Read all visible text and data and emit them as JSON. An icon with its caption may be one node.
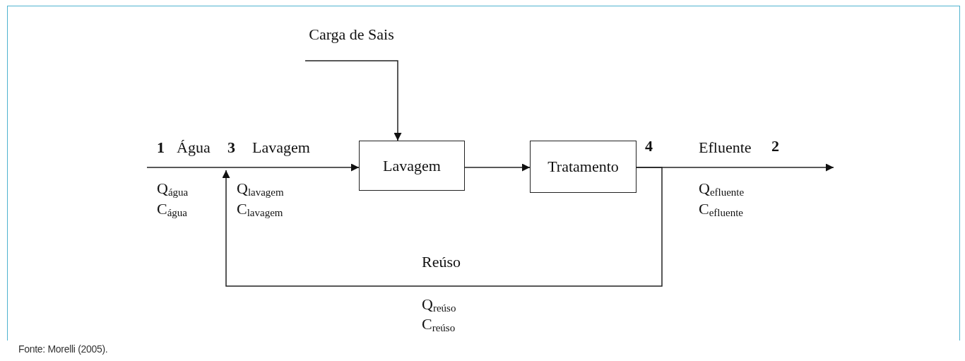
{
  "diagram": {
    "caption": "Fonte: Morelli (2005).",
    "nodes": [
      {
        "text": [
          "Carga de Sais"
        ]
      },
      {
        "text": [
          "Lavagem"
        ]
      },
      {
        "text": [
          "Tratamento"
        ],
        "beside": [
          "4"
        ]
      }
    ],
    "edges": [
      {
        "from": 0,
        "to": 1,
        "arrow": "to"
      },
      {
        "from": null,
        "to": 1,
        "arrow": "to"
      },
      {
        "from": 1,
        "to": 2,
        "arrow": "to"
      },
      {
        "from": 2,
        "to": null,
        "arrow": "to"
      },
      {
        "from": 2,
        "to": null,
        "arrow": "to",
        "label": "Reúso"
      }
    ],
    "labels": [
      "1",
      "Água",
      "3",
      "Lavagem",
      "Efluente",
      "2",
      "Q$_{água}$",
      "C$_{água}$",
      "Q$_{lavagem}$",
      "C$_{lavagem}$",
      "Q$_{efluente}$",
      "C$_{efluente}$",
      "Q$_{reúso}$",
      "C$_{reúso}$"
    ]
  }
}
